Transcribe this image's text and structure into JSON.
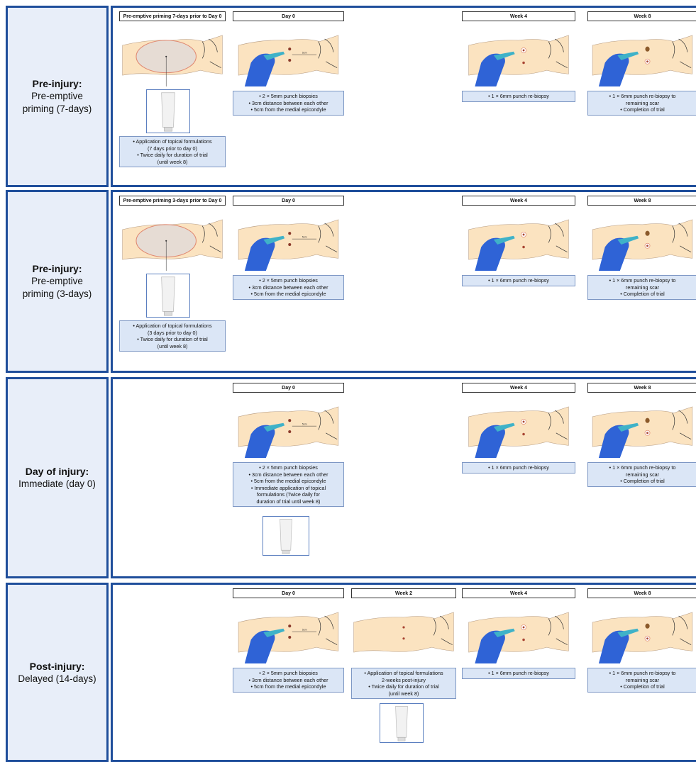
{
  "rows": [
    {
      "label_bold": "Pre-injury:",
      "label_lines": [
        "Pre-emptive",
        "priming (7-days)"
      ],
      "priming_header": "Pre-emptive priming 7-days prior to Day 0",
      "priming_caption": [
        "• Application of topical formulations",
        "(7 days prior to day 0)",
        "• Twice daily for duration of trial",
        "(until week 8)"
      ],
      "day0_header": "Day 0",
      "day0_caption": [
        "• 2 × 5mm punch biopsies",
        "• 3cm distance between each other",
        "• 5cm from the medial epicondyle"
      ],
      "week4_header": "Week 4",
      "week4_caption": [
        "• 1 × 6mm punch re-biopsy"
      ],
      "week8_header": "Week 8",
      "week8_caption": [
        "• 1 × 6mm punch re-biopsy to",
        "remaining scar",
        "• Completion of trial"
      ]
    },
    {
      "label_bold": "Pre-injury:",
      "label_lines": [
        "Pre-emptive",
        "priming (3-days)"
      ],
      "priming_header": "Pre-emptive priming 3-days prior to Day 0",
      "priming_caption": [
        "• Application of topical formulations",
        "(3 days prior to day 0)",
        "• Twice daily for duration of trial",
        "(until week 8)"
      ],
      "day0_header": "Day 0",
      "day0_caption": [
        "• 2 × 5mm punch biopsies",
        "• 3cm distance between each other",
        "• 5cm from the medial epicondyle"
      ],
      "week4_header": "Week 4",
      "week4_caption": [
        "• 1 × 6mm punch re-biopsy"
      ],
      "week8_header": "Week 8",
      "week8_caption": [
        "• 1 × 6mm punch re-biopsy to",
        "remaining scar",
        "• Completion of trial"
      ]
    },
    {
      "label_bold": "Day of injury:",
      "label_lines": [
        "Immediate (day 0)"
      ],
      "day0_header": "Day 0",
      "day0_caption": [
        "• 2 × 5mm punch biopsies",
        "• 3cm distance between each other",
        "• 5cm from the medial epicondyle",
        "• Immediate application of topical",
        "formulations (Twice daily for",
        "duration of trial until week 8)"
      ],
      "week4_header": "Week 4",
      "week4_caption": [
        "• 1 × 6mm punch re-biopsy"
      ],
      "week8_header": "Week 8",
      "week8_caption": [
        "• 1 × 6mm punch re-biopsy to",
        "remaining scar",
        "• Completion of trial"
      ]
    },
    {
      "label_bold": "Post-injury:",
      "label_lines": [
        "Delayed (14-days)"
      ],
      "day0_header": "Day 0",
      "day0_caption": [
        "• 2 × 5mm punch biopsies",
        "• 3cm distance between each other",
        "• 5cm from the medial epicondyle"
      ],
      "week2_header": "Week 2",
      "week2_caption": [
        "• Application of topical formulations",
        "2-weeks post-injury",
        "• Twice daily for duration of trial",
        "(until week 8)"
      ],
      "week4_header": "Week 4",
      "week4_caption": [
        "• 1 × 6mm punch re-biopsy"
      ],
      "week8_header": "Week 8",
      "week8_caption": [
        "• 1 × 6mm punch re-biopsy to",
        "remaining scar",
        "• Completion of trial"
      ]
    }
  ],
  "icons": [
    "arm-illustration",
    "gloved-hand-icon",
    "biopsy-punch-icon",
    "cream-tube-icon"
  ],
  "colors": {
    "border": "#1f4e9b",
    "label_fill": "#e8eef9",
    "caption_fill": "#dbe6f6",
    "skin": "#fbe6c6",
    "glove": "#2f63d6"
  }
}
